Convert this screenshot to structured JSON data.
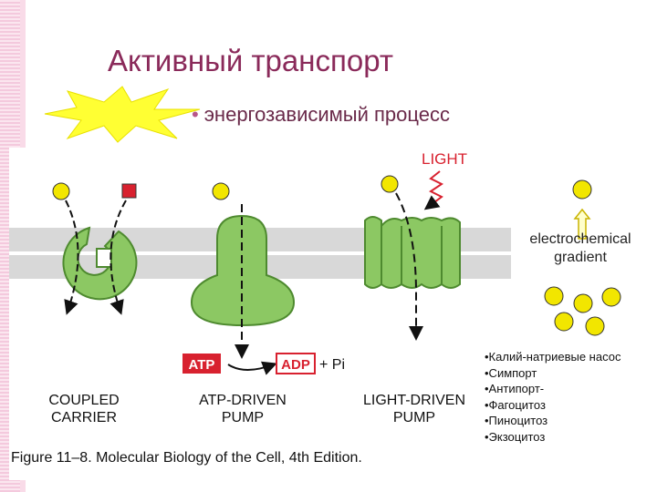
{
  "slide": {
    "title": "Активный транспорт",
    "bullet": "энергозависимый процесс",
    "bullet_marker": "•"
  },
  "figure": {
    "light_label": "LIGHT",
    "atp_label": "ATP",
    "adp_label": "ADP",
    "pi_label": "+ Pi",
    "gradient_line1": "electrochemical",
    "gradient_line2": "gradient",
    "coupled_line1": "COUPLED",
    "coupled_line2": "CARRIER",
    "atp_pump_line1": "ATP-DRIVEN",
    "atp_pump_line2": "PUMP",
    "light_pump_line1": "LIGHT-DRIVEN",
    "light_pump_line2": "PUMP",
    "caption": "Figure 11–8. Molecular Biology of the Cell, 4th Edition."
  },
  "examples": [
    "•Калий-натриевые насос",
    "•Симпорт",
    "•Антипорт-",
    "•Фагоцитоз",
    "•Пиноцитоз",
    "•Экзоцитоз"
  ],
  "colors": {
    "title": "#8a2a5a",
    "protein": "#8cc863",
    "protein_stroke": "#4e8a2f",
    "solute": "#f2e600",
    "membrane": "#d8d8d8",
    "atp_red": "#d8212f",
    "starburst": "#ffff33"
  }
}
